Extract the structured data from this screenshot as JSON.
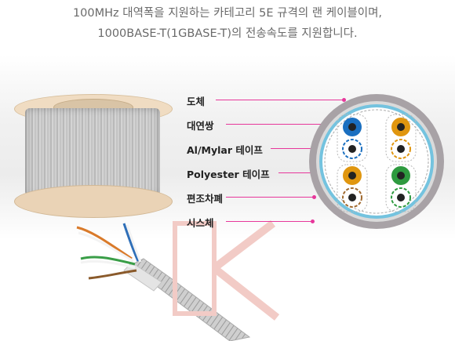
{
  "intro": {
    "line1": "100MHz 대역폭을 지원하는 카테고리 5E 규격의 랜 케이블이며,",
    "line2": "1000BASE-T(1GBASE-T)의 전송속도를 지원합니다."
  },
  "labels": {
    "conductor": "도체",
    "twisted_pair": "대연쌍",
    "al_mylar": "Al/Mylar 테이프",
    "polyester": "Polyester 테이프",
    "braid": "편조차폐",
    "sheath": "시스체"
  },
  "watermark": "K",
  "colors": {
    "leader": "#e7379b",
    "pair_blue": "#1a6fc0",
    "pair_orange": "#e0960f",
    "pair_green": "#2e9a3f",
    "pair_brown": "#a06a30",
    "sheath": "#a8a2a6",
    "foil": "#74c3df"
  }
}
